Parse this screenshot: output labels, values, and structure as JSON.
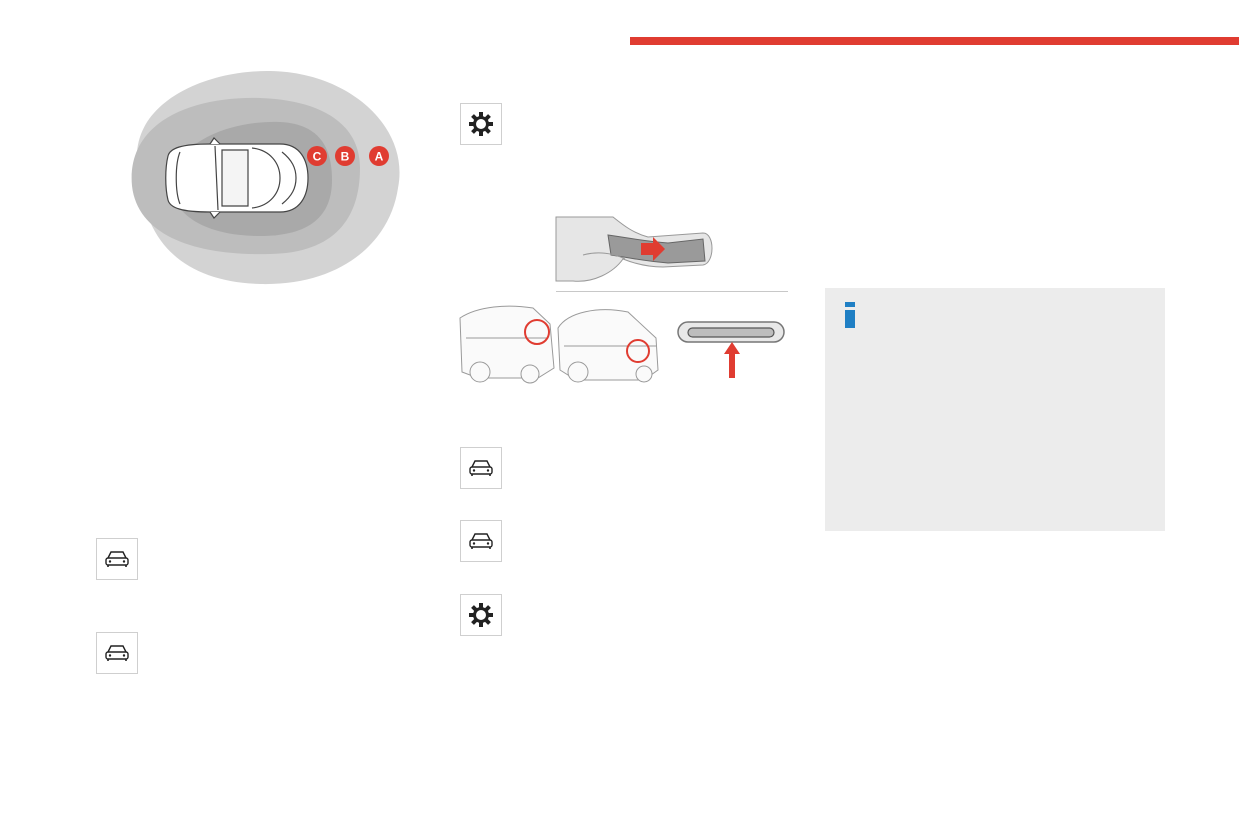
{
  "colors": {
    "accent_red": "#e03c31",
    "info_blue": "#1f7fc4",
    "panel_grey": "#ececec",
    "zone_a": "#d3d3d3",
    "zone_b": "#bdbdbd",
    "zone_c": "#a9a9a9"
  },
  "zone_diagram": {
    "labels": [
      "C",
      "B",
      "A"
    ]
  },
  "icons": {
    "gear": "gear-icon",
    "car_front": "car-front-icon",
    "info": "info-icon"
  }
}
